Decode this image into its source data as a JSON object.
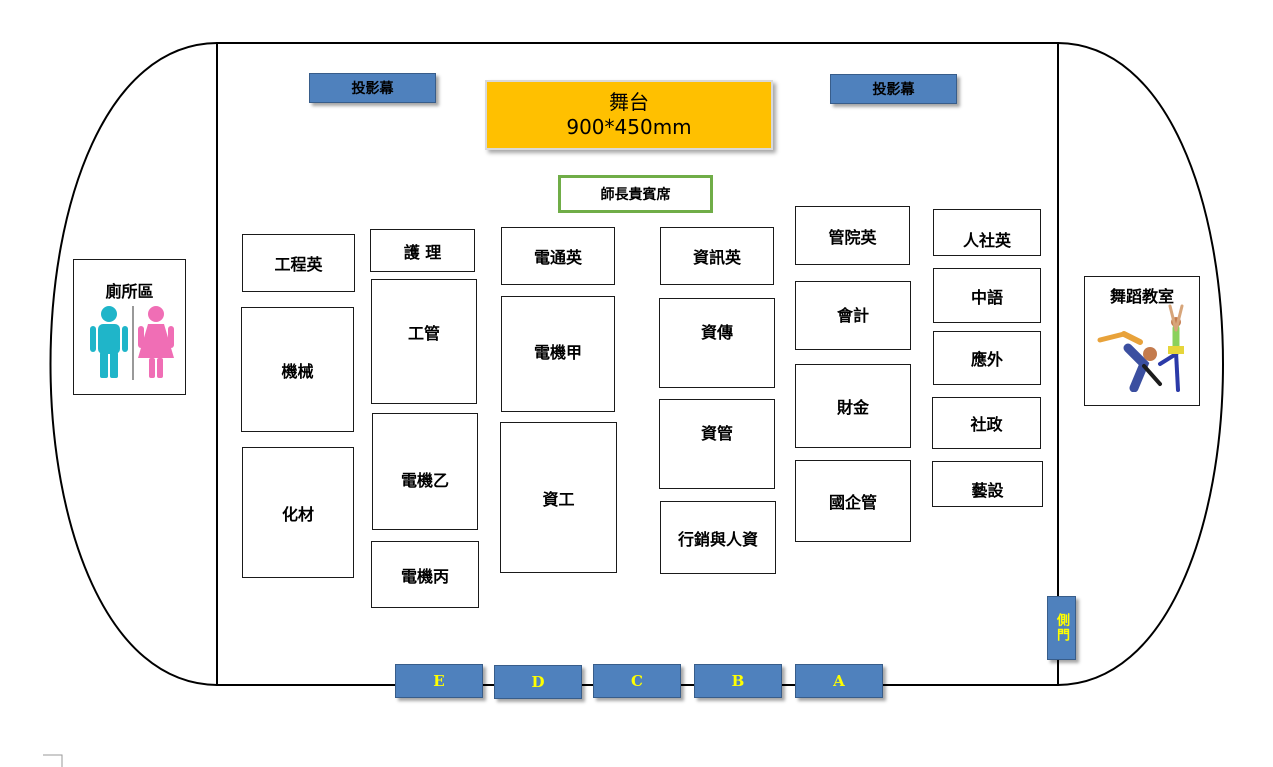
{
  "colors": {
    "stage": "#ffc000",
    "door": "#4f81bd",
    "door_text": "#ffff00",
    "vip_border": "#70ad47",
    "male": "#1fb5c9",
    "female": "#f06eb5"
  },
  "stage": {
    "title": "舞台",
    "size": "900*450mm"
  },
  "projector_left": "投影幕",
  "projector_right": "投影幕",
  "vip_seating": "師長貴賓席",
  "restroom": {
    "label": "廁所區",
    "icon": "restroom-icon"
  },
  "dance_room": {
    "label": "舞蹈教室",
    "icon": "dancers-icon"
  },
  "side_door": "側門",
  "doors": [
    "E",
    "D",
    "C",
    "B",
    "A"
  ],
  "sections": {
    "gongchengying": "工程英",
    "jixie": "機械",
    "huacai": "化材",
    "huli": "護 理",
    "gongguan": "工管",
    "dianjiyi": "電機乙",
    "dianjibing": "電機丙",
    "diantongying": "電通英",
    "dianjijia": "電機甲",
    "zigong": "資工",
    "zixunying": "資訊英",
    "zichuan": "資傳",
    "ziguan": "資管",
    "xingxiao": "行銷與人資",
    "guanyuanying": "管院英",
    "kuaiji": "會計",
    "caijin": "財金",
    "guoqiguan": "國企管",
    "renshe": "人社英",
    "zhongyu": "中語",
    "yingwai": "應外",
    "shezheng": "社政",
    "yishe": "藝設"
  }
}
